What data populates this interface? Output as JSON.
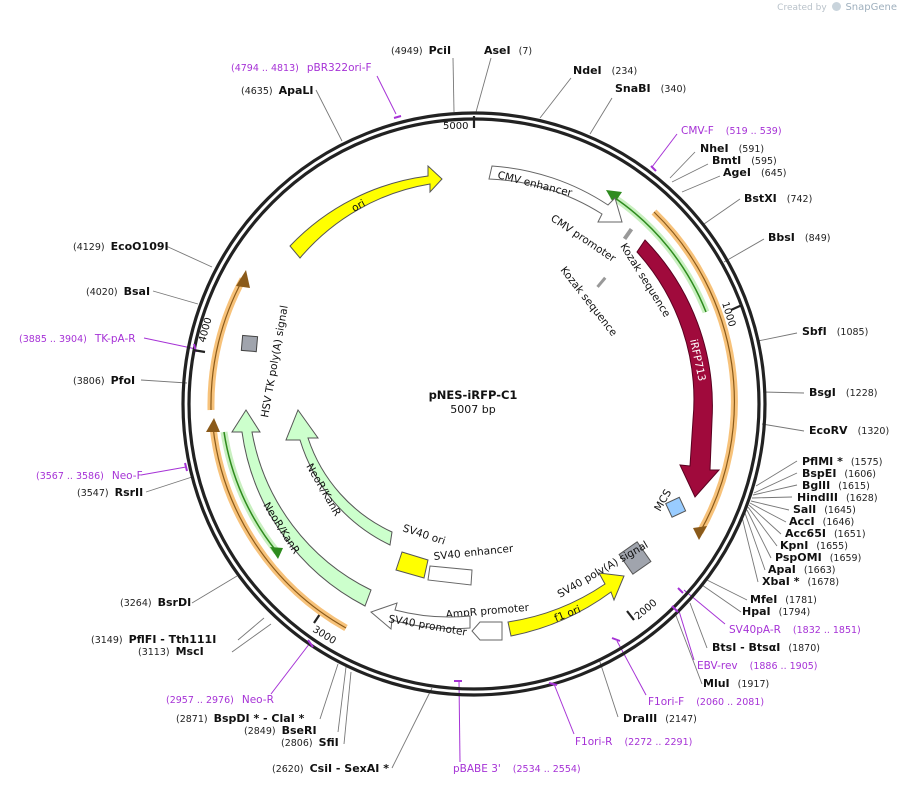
{
  "plasmid": {
    "name": "pNES-iRFP-C1",
    "length_label": "5007 bp"
  },
  "watermark": {
    "prefix": "Created by",
    "brand": "SnapGene"
  },
  "ticks": [
    "1000",
    "2000",
    "3000",
    "4000",
    "5000"
  ],
  "features": {
    "ori": "ori",
    "cmv_enhancer": "CMV enhancer",
    "cmv_promoter": "CMV promoter",
    "kozak_1": "Kozak sequence",
    "kozak_2": "Kozak sequence",
    "irfp": "iRFP713",
    "mcs": "MCS",
    "sv40_polya": "SV40 poly(A) signal",
    "f1_ori": "f1 ori",
    "ampr_promoter": "AmpR promoter",
    "sv40_promoter": "SV40 promoter",
    "sv40_ori": "SV40 ori",
    "sv40_enhancer": "SV40 enhancer",
    "neokan_inner": "NeoR/KanR",
    "neokan_outer": "NeoR/KanR",
    "hsv_tk": "HSV TK poly(A) signal"
  },
  "sites": [
    {
      "name": "PciI",
      "pos": "(4949)"
    },
    {
      "name": "AseI",
      "pos": "(7)"
    },
    {
      "name": "NdeI",
      "pos": "(234)"
    },
    {
      "name": "SnaBI",
      "pos": "(340)"
    },
    {
      "name": "NheI",
      "pos": "(591)"
    },
    {
      "name": "BmtI",
      "pos": "(595)"
    },
    {
      "name": "AgeI",
      "pos": "(645)"
    },
    {
      "name": "BstXI",
      "pos": "(742)"
    },
    {
      "name": "BbsI",
      "pos": "(849)"
    },
    {
      "name": "SbfI",
      "pos": "(1085)"
    },
    {
      "name": "BsgI",
      "pos": "(1228)"
    },
    {
      "name": "EcoRV",
      "pos": "(1320)"
    },
    {
      "name": "PflMI *",
      "pos": "(1575)"
    },
    {
      "name": "BspEI",
      "pos": "(1606)"
    },
    {
      "name": "BglII",
      "pos": "(1615)"
    },
    {
      "name": "HindIII",
      "pos": "(1628)"
    },
    {
      "name": "SalI",
      "pos": "(1645)"
    },
    {
      "name": "AccI",
      "pos": "(1646)"
    },
    {
      "name": "Acc65I",
      "pos": "(1651)"
    },
    {
      "name": "KpnI",
      "pos": "(1655)"
    },
    {
      "name": "PspOMI",
      "pos": "(1659)"
    },
    {
      "name": "ApaI",
      "pos": "(1663)"
    },
    {
      "name": "XbaI *",
      "pos": "(1678)"
    },
    {
      "name": "MfeI",
      "pos": "(1781)"
    },
    {
      "name": "HpaI",
      "pos": "(1794)"
    },
    {
      "name": "BtsI - BtsαI",
      "pos": "(1870)"
    },
    {
      "name": "MluI",
      "pos": "(1917)"
    },
    {
      "name": "DraIII",
      "pos": "(2147)"
    },
    {
      "name": "CsiI - SexAI *",
      "pos": "(2620)"
    },
    {
      "name": "SfiI",
      "pos": "(2806)"
    },
    {
      "name": "BseRI",
      "pos": "(2849)"
    },
    {
      "name": "BspDI * - ClaI *",
      "pos": "(2871)"
    },
    {
      "name": "MscI",
      "pos": "(3113)"
    },
    {
      "name": "PflFI - Tth111I",
      "pos": "(3149)"
    },
    {
      "name": "BsrDI",
      "pos": "(3264)"
    },
    {
      "name": "RsrII",
      "pos": "(3547)"
    },
    {
      "name": "PfoI",
      "pos": "(3806)"
    },
    {
      "name": "BsaI",
      "pos": "(4020)"
    },
    {
      "name": "EcoO109I",
      "pos": "(4129)"
    },
    {
      "name": "ApaLI",
      "pos": "(4635)"
    }
  ],
  "primers": [
    {
      "name": "pBR322ori-F",
      "pos": "(4794 .. 4813)"
    },
    {
      "name": "CMV-F",
      "pos": "(519 .. 539)"
    },
    {
      "name": "SV40pA-R",
      "pos": "(1832 .. 1851)"
    },
    {
      "name": "EBV-rev",
      "pos": "(1886 .. 1905)"
    },
    {
      "name": "F1ori-F",
      "pos": "(2060 .. 2081)"
    },
    {
      "name": "F1ori-R",
      "pos": "(2272 .. 2291)"
    },
    {
      "name": "pBABE 3'",
      "pos": "(2534 .. 2554)"
    },
    {
      "name": "Neo-R",
      "pos": "(2957 .. 2976)"
    },
    {
      "name": "Neo-F",
      "pos": "(3567 .. 3586)"
    },
    {
      "name": "TK-pA-R",
      "pos": "(3885 .. 3904)"
    }
  ],
  "colors": {
    "backbone": "#222222",
    "ori": "#ffff00",
    "irfp": "#a00a3c",
    "neokan": "#ccffcc",
    "primer": "#a632d6",
    "orange_arc": "#f7c27a",
    "green_arc": "#2e8b1e",
    "mcs": "#99ccff",
    "polya": "#a0a4ad"
  }
}
